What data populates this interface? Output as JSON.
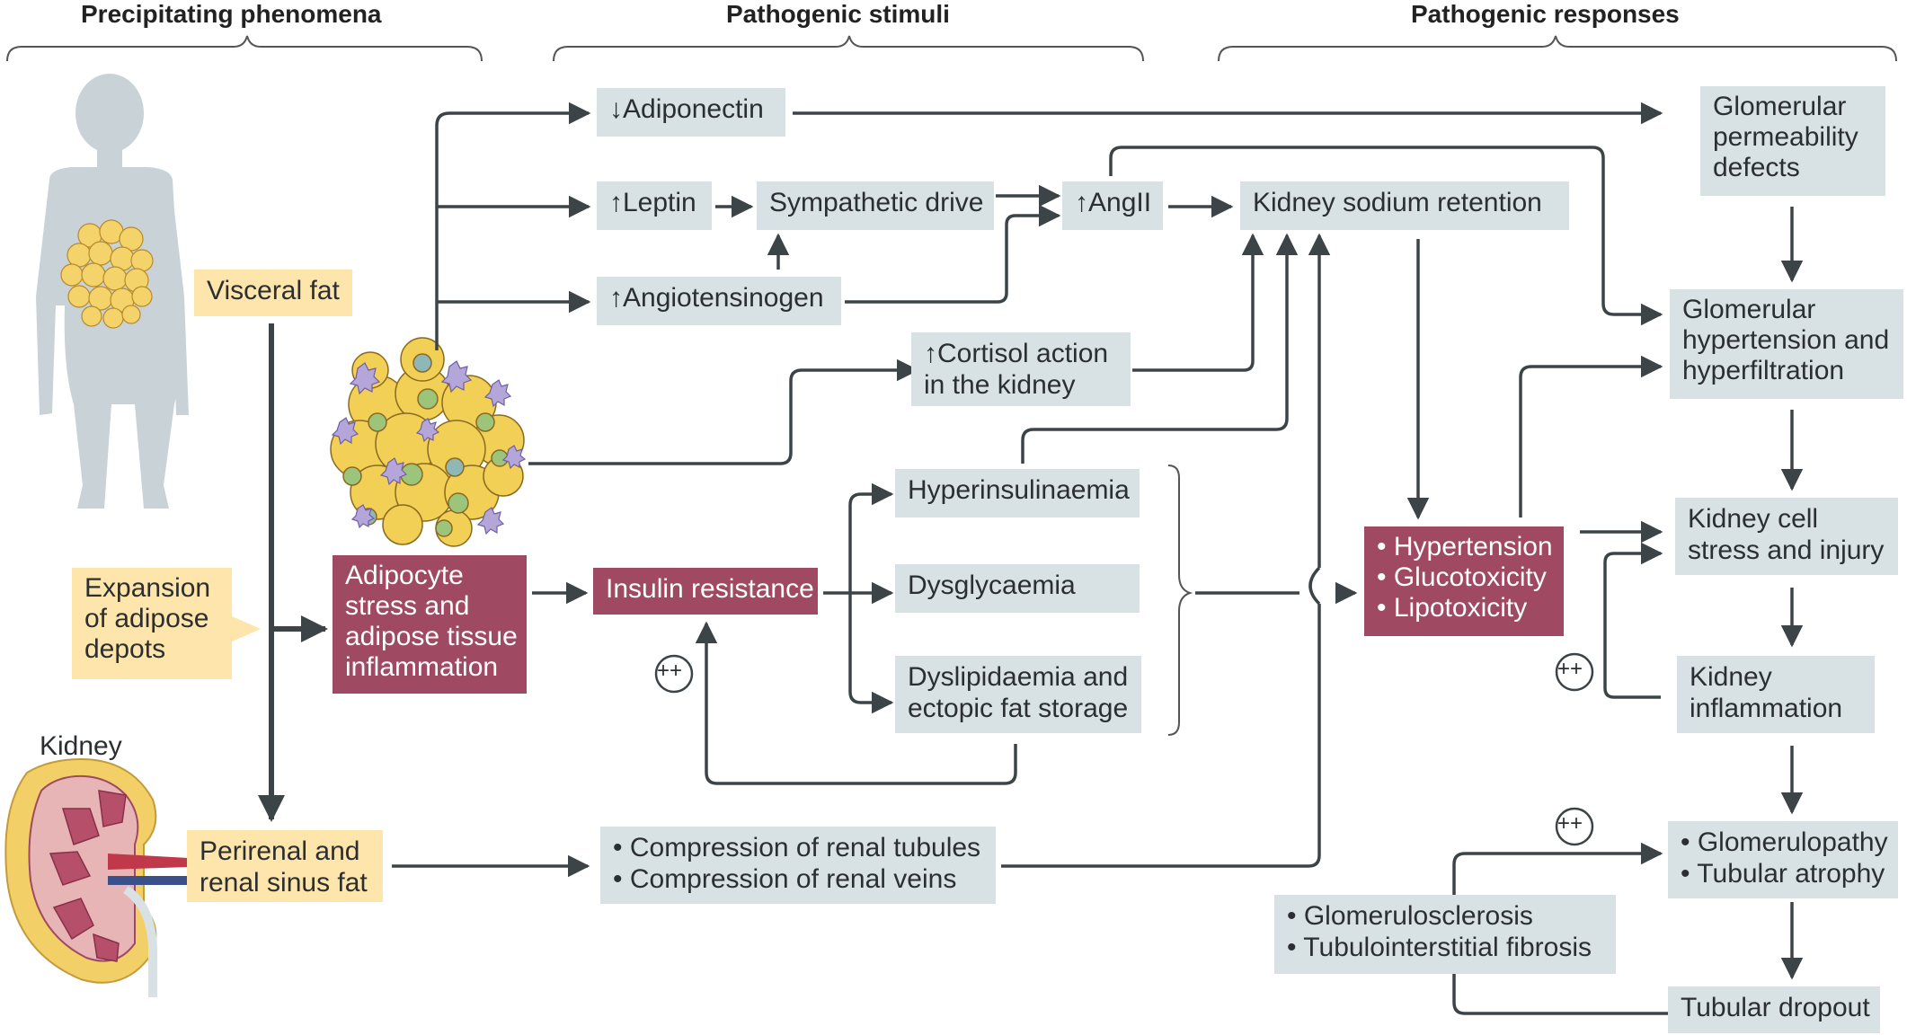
{
  "headers": {
    "precipitating": "Precipitating phenomena",
    "stimuli": "Pathogenic stimuli",
    "responses": "Pathogenic responses"
  },
  "precipitating": {
    "visceral_fat": "Visceral fat",
    "expansion": [
      "Expansion",
      "of adipose",
      "depots"
    ],
    "kidney_label": "Kidney",
    "perirenal": [
      "Perirenal and",
      "renal sinus fat"
    ]
  },
  "stimuli": {
    "adiponectin": "↓Adiponectin",
    "leptin": "↑Leptin",
    "sympathetic": "Sympathetic drive",
    "angii": "↑AngII",
    "angiotensinogen": "↑Angiotensinogen",
    "sodium": "Kidney sodium  retention",
    "cortisol": [
      "↑Cortisol action",
      "in the kidney"
    ],
    "adipocyte": [
      "Adipocyte",
      "stress and",
      "adipose tissue",
      "inflammation"
    ],
    "insulin_resistance": "Insulin resistance",
    "hyperinsulinaemia": "Hyperinsulinaemia",
    "dysglycaemia": "Dysglycaemia",
    "dyslipidaemia": [
      "Dyslipidaemia and",
      "ectopic fat storage"
    ],
    "compression": [
      "• Compression of renal tubules",
      "• Compression of renal veins"
    ],
    "plus_marker": "++"
  },
  "responses": {
    "hyper_triad": [
      "• Hypertension",
      "• Glucotoxicity",
      "• Lipotoxicity"
    ],
    "permeability": [
      "Glomerular",
      "permeability",
      "defects"
    ],
    "glom_hypertension": [
      "Glomerular",
      "hypertension and",
      "hyperfiltration"
    ],
    "cell_stress": [
      "Kidney cell",
      "stress and injury"
    ],
    "inflammation": [
      "Kidney",
      "inflammation"
    ],
    "glomerulopathy": [
      "• Glomerulopathy",
      "• Tubular atrophy"
    ],
    "sclerosis": [
      "• Glomerulosclerosis",
      "• Tubulointerstitial fibrosis"
    ],
    "dropout": "Tubular dropout"
  },
  "colors": {
    "grey_box": "#d8e1e3",
    "yellow_box": "#fde5ab",
    "red_box": "#9f4a62",
    "arrow": "#3c4448",
    "silhouette": "#c9d2d6",
    "fat_yellow": "#f4d36a"
  }
}
